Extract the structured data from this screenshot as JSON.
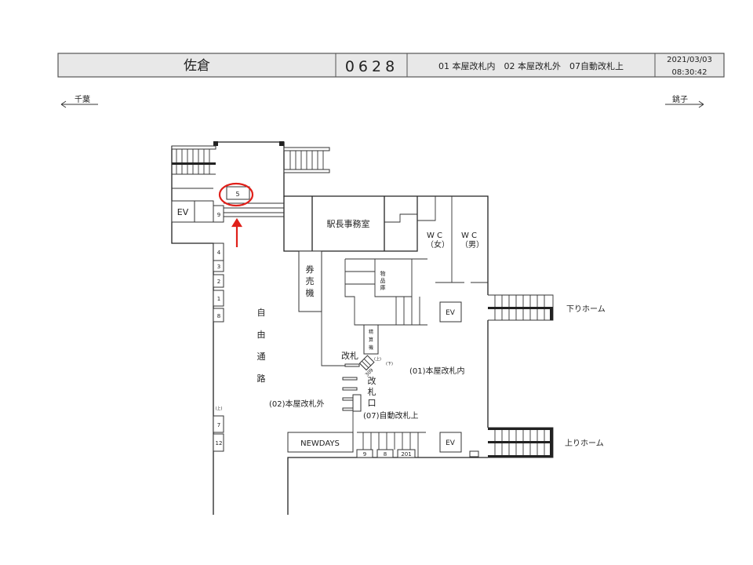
{
  "header": {
    "station_name": "佐倉",
    "station_code": "0628",
    "gates_legend": "01 本屋改札内　02 本屋改札外　07自動改札上",
    "date": "2021/03/03",
    "time": "08:30:42"
  },
  "directions": {
    "left": "千葉",
    "right": "銚子"
  },
  "plan": {
    "ev": "EV",
    "locker_5": "5",
    "locker_9_top": "9",
    "lockers_left": [
      "4",
      "3",
      "2",
      "1",
      "8"
    ],
    "lockers_lower": [
      "7",
      "12"
    ],
    "lockers_lower_note": "(上)",
    "station_office": "駅長事務室",
    "wc_women": [
      "W C",
      "（女）"
    ],
    "wc_men": [
      "W C",
      "（男）"
    ],
    "ticket_machine": [
      "券",
      "売",
      "機"
    ],
    "storage": [
      "物",
      "品",
      "庫"
    ],
    "fare_adjust": [
      "精",
      "算",
      "機"
    ],
    "free_passage": [
      "自",
      "由",
      "通",
      "路"
    ],
    "gate_label": "改札",
    "gate_mouth": [
      "改",
      "札",
      "口"
    ],
    "gate_01": "(01)本屋改札内",
    "gate_02": "(02)本屋改札外",
    "gate_07": "(07)自動改札上",
    "gate_machine_no": "309",
    "gate_up": "(上)",
    "gate_down": "(下)",
    "newdays": "NEWDAYS",
    "lockers_bottom": [
      "9",
      "8",
      "201"
    ],
    "platform_down": "下りホーム",
    "platform_up": "上りホーム"
  },
  "colors": {
    "highlight": "#e0201a",
    "header_bg": "#e8e8e8"
  }
}
